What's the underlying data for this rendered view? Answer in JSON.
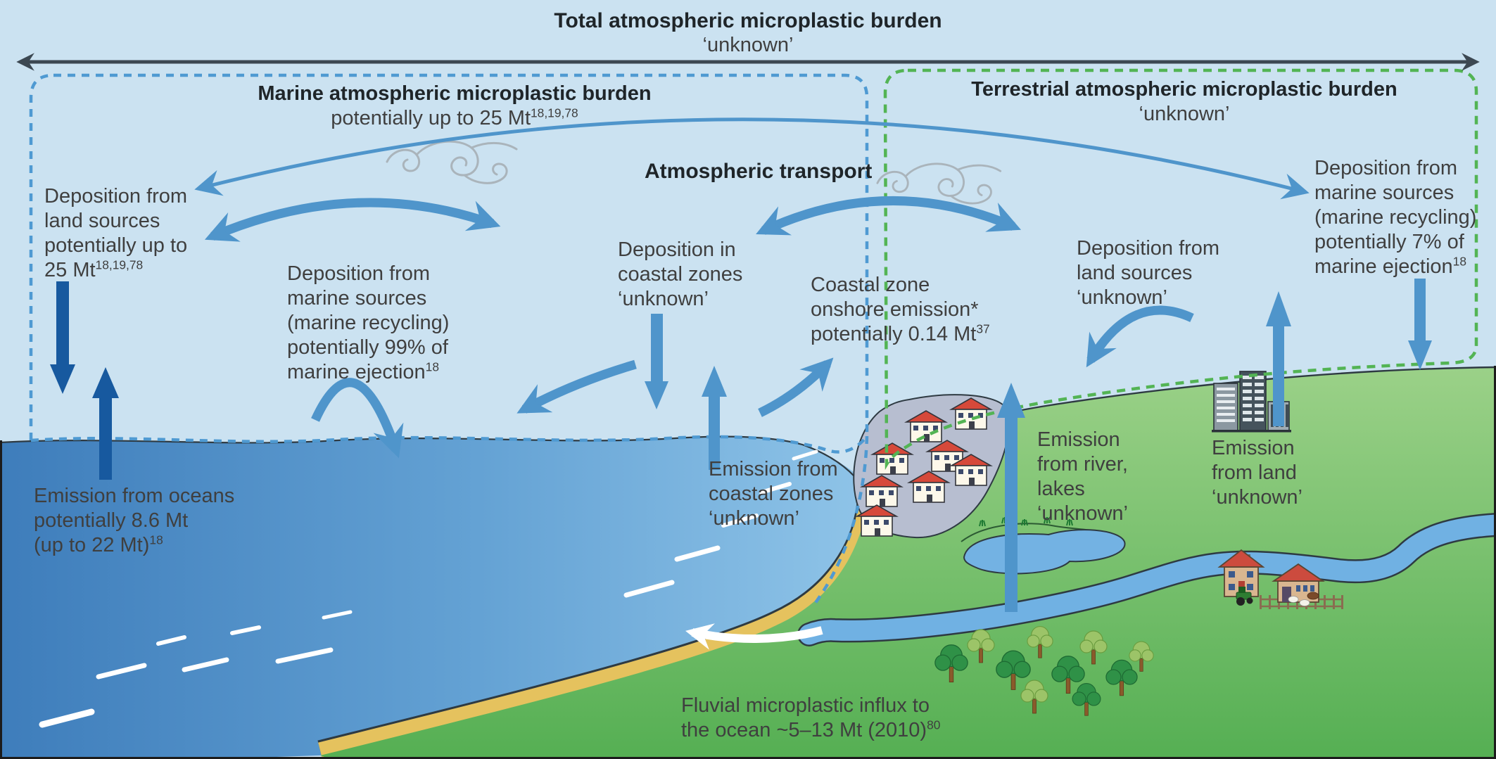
{
  "header": {
    "title": "Total atmospheric microplastic burden",
    "title_value": "‘unknown’"
  },
  "regions": {
    "marine": {
      "title": "Marine atmospheric microplastic burden",
      "subtitle": "potentially up to 25 Mt",
      "subtitle_sup": "18,19,78"
    },
    "terrestrial": {
      "title": "Terrestrial atmospheric microplastic burden",
      "subtitle": "‘unknown’"
    }
  },
  "transport_label": "Atmospheric transport",
  "flows": {
    "dep_land_marine": {
      "l0": "Deposition from",
      "l1": "land sources",
      "l2": "potentially up to",
      "last": "25 Mt",
      "sup": "18,19,78"
    },
    "dep_marine_99": {
      "l0": "Deposition from",
      "l1": "marine sources",
      "l2": "(marine recycling)",
      "l3": "potentially 99% of",
      "last": "marine ejection",
      "sup": "18"
    },
    "dep_coastal": {
      "l0": "Deposition in",
      "l1": "coastal zones",
      "last": "‘unknown’",
      "sup": ""
    },
    "onshore": {
      "l0": "Coastal zone",
      "l1": "onshore emission*",
      "last": "potentially 0.14 Mt",
      "sup": "37"
    },
    "dep_land_terr": {
      "l0": "Deposition from",
      "l1": "land sources",
      "last": "‘unknown’",
      "sup": ""
    },
    "dep_marine_7": {
      "l0": "Deposition from",
      "l1": "marine sources",
      "l2": "(marine recycling)",
      "l3": "potentially 7% of",
      "last": "marine ejection",
      "sup": "18"
    },
    "em_oceans": {
      "l0": "Emission from oceans",
      "l1": "potentially 8.6 Mt",
      "last": "(up to 22 Mt)",
      "sup": "18"
    },
    "em_coastal": {
      "l0": "Emission from",
      "l1": "coastal zones",
      "last": "‘unknown’",
      "sup": ""
    },
    "em_river": {
      "l0": "Emission",
      "l1": "from river,",
      "l2": "lakes",
      "last": "‘unknown’",
      "sup": ""
    },
    "em_land": {
      "l0": "Emission",
      "l1": "from land",
      "last": "‘unknown’",
      "sup": ""
    },
    "fluvial": {
      "l0": "Fluvial microplastic influx to",
      "last": "the ocean ~5–13 Mt (2010)",
      "sup": "80"
    }
  },
  "colors": {
    "sky": "#cbe2f1",
    "sea_deep": "#3e7dbb",
    "sea_light": "#8fc4e8",
    "land_top": "#9bd188",
    "land_bottom": "#57b054",
    "beach": "#e5c25e",
    "river": "#70b1e3",
    "village_ground": "#b7bed0",
    "arrow_blue": "#4f95cb",
    "arrow_navy": "#17599f",
    "marine_box_dash": "#4f9ad2",
    "terrestrial_box_dash": "#53b454",
    "extent_arrow": "#3c4852",
    "wind_swirl": "#aab4bb",
    "text": "#3f3f3f"
  }
}
